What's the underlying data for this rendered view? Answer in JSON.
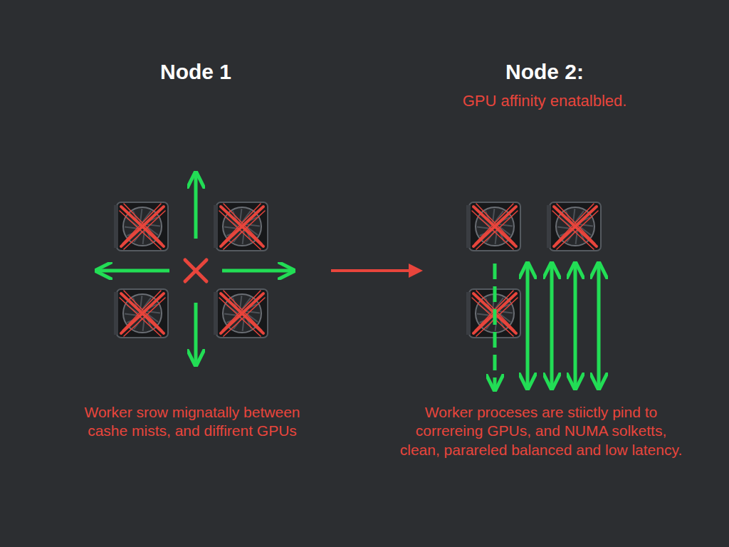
{
  "diagram": {
    "labels": [
      "Node 1",
      "Node 2:",
      "GPU affinity enatalbled.",
      "Worker srow mignatally between cashe mists, and diffirent GPUs",
      "Worker proceses are stiictly pind to correreing GPUs, and NUMA solketts, clean, parareled balanced and low latency."
    ]
  }
}
